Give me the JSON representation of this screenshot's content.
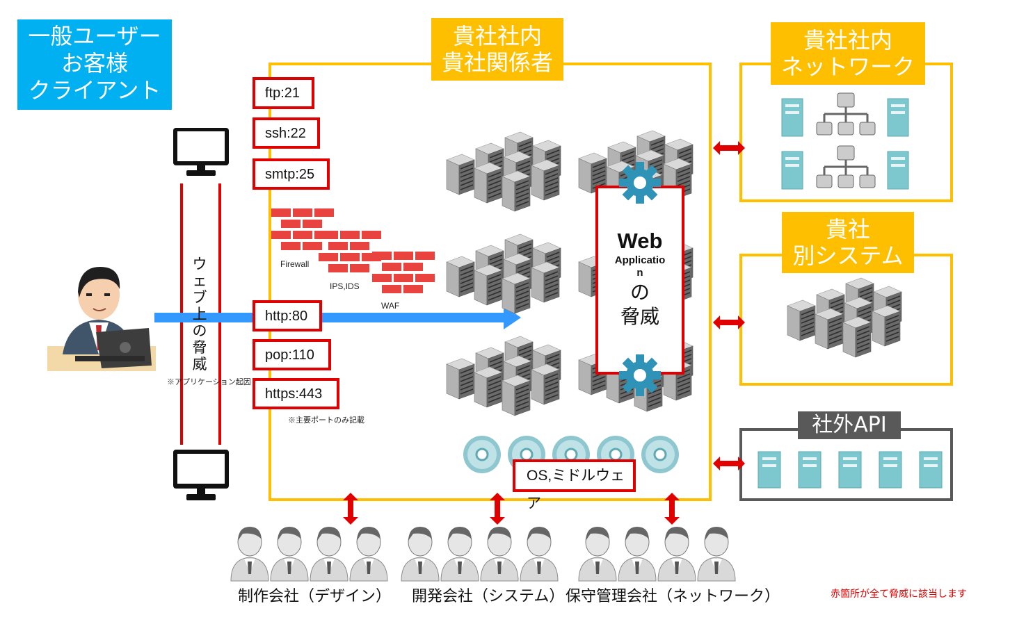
{
  "client_box": {
    "line1": "一般ユーザー",
    "line2": "お客様",
    "line3": "クライアント"
  },
  "internal_box": {
    "line1": "貴社社内",
    "line2": "貴社関係者"
  },
  "network_box": {
    "line1": "貴社社内",
    "line2": "ネットワーク"
  },
  "other_system_box": {
    "line1": "貴社",
    "line2": "別システム"
  },
  "external_api_box": {
    "label": "社外API"
  },
  "ports": [
    "ftp:21",
    "ssh:22",
    "smtp:25",
    "http:80",
    "pop:110",
    "https:443"
  ],
  "ports_note": "※主要ポートのみ記載",
  "security": {
    "firewall": "Firewall",
    "ips_ids": "IPS,IDS",
    "waf": "WAF"
  },
  "web_threat": {
    "line1": "Web",
    "line2": "Applicatio",
    "line3": "n",
    "line4": "の",
    "line5": "脅威"
  },
  "web_threat_vertical": [
    "ウ",
    "ェ",
    "ブ",
    "上",
    "の",
    "脅",
    "威"
  ],
  "web_threat_note": "※アプリケーション起因",
  "os_label": "OS,ミドルウェア",
  "groups": [
    "制作会社（デザイン）",
    "開発会社（システム）",
    "保守管理会社（ネットワーク）"
  ],
  "footnote": "赤箇所が全て脅威に該当します",
  "colors": {
    "accent": "#fdbf00",
    "client": "#00b0f0",
    "threat": "#e00000",
    "arrow": "#3399ff",
    "server_teal": "#7dc8cf",
    "external_gray": "#595959"
  }
}
